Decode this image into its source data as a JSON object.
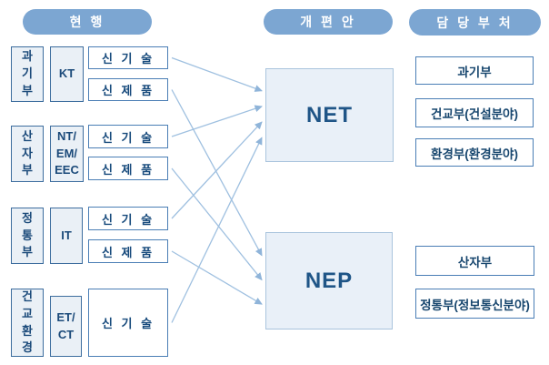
{
  "headers": {
    "current": "현 행",
    "plan": "개 편 안",
    "department": "담 당 부 처"
  },
  "current": {
    "groups": [
      {
        "ministry": [
          "과",
          "기",
          "부"
        ],
        "code": [
          "KT"
        ],
        "items": [
          "신 기 술",
          "신 제 품"
        ]
      },
      {
        "ministry": [
          "산",
          "자",
          "부"
        ],
        "code": [
          "NT/",
          "EM/",
          "EEC"
        ],
        "items": [
          "신 기 술",
          "신 제 품"
        ]
      },
      {
        "ministry": [
          "정",
          "통",
          "부"
        ],
        "code": [
          "IT"
        ],
        "items": [
          "신 기 술",
          "신 제 품"
        ]
      },
      {
        "ministry": [
          "건",
          "교",
          "환",
          "경"
        ],
        "code": [
          "ET/",
          "CT"
        ],
        "items": [
          "신 기 술"
        ]
      }
    ]
  },
  "plan": {
    "boxes": [
      {
        "id": "net",
        "label": "NET"
      },
      {
        "id": "nep",
        "label": "NEP"
      }
    ]
  },
  "departments": [
    "과기부",
    "건교부(건설분야)",
    "환경부(환경분야)",
    "산자부",
    "정통부(정보통신분야)"
  ],
  "connections": [
    {
      "from": "g1-tech",
      "to": "net"
    },
    {
      "from": "g1-product",
      "to": "nep"
    },
    {
      "from": "g2-tech",
      "to": "net"
    },
    {
      "from": "g2-product",
      "to": "nep"
    },
    {
      "from": "g3-tech",
      "to": "net"
    },
    {
      "from": "g3-product",
      "to": "nep"
    },
    {
      "from": "g4-tech",
      "to": "net"
    }
  ],
  "colors": {
    "header_pill": "#7CA6D2",
    "box_border": "#4A7EB5",
    "ministry_box_fill": "#EAF0F6",
    "plan_box_fill": "#E9F0F8",
    "plan_box_border": "#A9C4DD",
    "dark_text": "#1B4A7A",
    "arrow": "#9FC0E0"
  }
}
